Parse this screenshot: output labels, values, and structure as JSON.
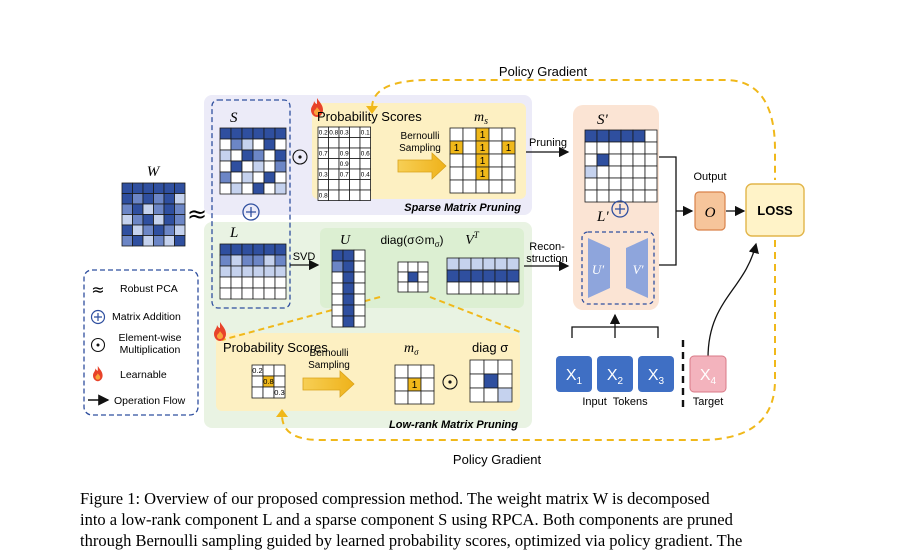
{
  "figure": {
    "policy_gradient_top": "Policy Gradient",
    "policy_gradient_bottom": "Policy Gradient",
    "w_label": "W",
    "approx_symbol": "≈",
    "s_label": "S",
    "l_label": "L",
    "plus_symbol": "⊕",
    "odot_symbol": "⊙",
    "sparse": {
      "prob_title": "Probability Scores",
      "bernoulli": [
        "Bernoulli",
        "Sampling"
      ],
      "mask_label": "m",
      "mask_sub": "s",
      "prob_values": [
        [
          "0.2",
          "0.8",
          "0.3",
          "",
          "0.1"
        ],
        [
          "",
          "",
          "",
          "",
          ""
        ],
        [
          "0.7",
          "",
          "0.9",
          "",
          "0.6"
        ],
        [
          "",
          "",
          "0.9",
          "",
          ""
        ],
        [
          "0.3",
          "",
          "0.7",
          "",
          "0.4"
        ],
        [
          "",
          "",
          "",
          "",
          ""
        ],
        [
          "0.8",
          "",
          "",
          "",
          ""
        ]
      ],
      "mask_values": [
        [
          "",
          "",
          "1",
          "",
          ""
        ],
        [
          "1",
          "",
          "1",
          "",
          "1"
        ],
        [
          "",
          "",
          "1",
          "",
          ""
        ],
        [
          "",
          "",
          "1",
          "",
          ""
        ],
        [
          "",
          "",
          "",
          "",
          ""
        ]
      ],
      "section_title": "Sparse Matrix Pruning"
    },
    "pruning_label": "Pruning",
    "s_prime_label": "S'",
    "l_prime_label": "L'",
    "u_prime_label": "U'",
    "v_prime_label": "V'",
    "svd_label": "SVD",
    "u_label": "U",
    "diag_label": "diag(σ⊙m",
    "diag_sub": "σ",
    "v_label": "V",
    "v_sup": "T",
    "reconstruction_label": [
      "Recon-",
      "struction"
    ],
    "output_label": "Output",
    "o_label": "O",
    "loss_label": "LOSS",
    "lowrank": {
      "prob_title": "Probability Scores",
      "bernoulli": [
        "Bernoulli",
        "Sampling"
      ],
      "mask_label": "m",
      "mask_sub": "σ",
      "prob_values": [
        [
          "0.2",
          "",
          ""
        ],
        [
          "",
          "0.8",
          ""
        ],
        [
          "",
          "",
          "0.3"
        ]
      ],
      "mask_values": [
        [
          "",
          "",
          ""
        ],
        [
          "",
          "1",
          ""
        ],
        [
          "",
          "",
          ""
        ]
      ],
      "diag_sigma_label": "diag σ",
      "section_title": "Low-rank Matrix Pruning"
    },
    "legend": [
      {
        "symbol": "≈",
        "text": "Robust PCA"
      },
      {
        "symbol": "⊕",
        "text": "Matrix Addition"
      },
      {
        "symbol": "⊙",
        "text": "Element-wise Multiplication"
      },
      {
        "symbol": "flame",
        "text": "Learnable"
      },
      {
        "symbol": "arrow",
        "text": "Operation Flow"
      }
    ],
    "tokens": [
      {
        "base": "X",
        "sub": "1"
      },
      {
        "base": "X",
        "sub": "2"
      },
      {
        "base": "X",
        "sub": "3"
      }
    ],
    "target_token": {
      "base": "X",
      "sub": "4"
    },
    "input_tokens_label": "Input  Tokens",
    "target_label": "Target",
    "colors": {
      "dark_blue": "#2f4f9f",
      "mid_blue": "#6c86c6",
      "light_blue": "#c5d2ee",
      "purple_bg": "#ecebf8",
      "green_bg": "#e9f3e3",
      "orange_bg": "#fbe4d4",
      "yellow_bg": "#fdf0c2",
      "gold": "#f0b81a",
      "token_blue": "#3f6fc4",
      "target_red": "#f3b3bd",
      "o_fill": "#f6c59b",
      "loss_fill": "#fff3c8"
    }
  },
  "caption": {
    "line1": "Figure 1:  Overview of our proposed compression method.  The weight matrix W is decomposed",
    "line2": "into a low-rank component L and a sparse component S using RPCA. Both components are pruned",
    "line3": "through Bernoulli sampling guided by learned probability scores, optimized via policy gradient. The"
  }
}
